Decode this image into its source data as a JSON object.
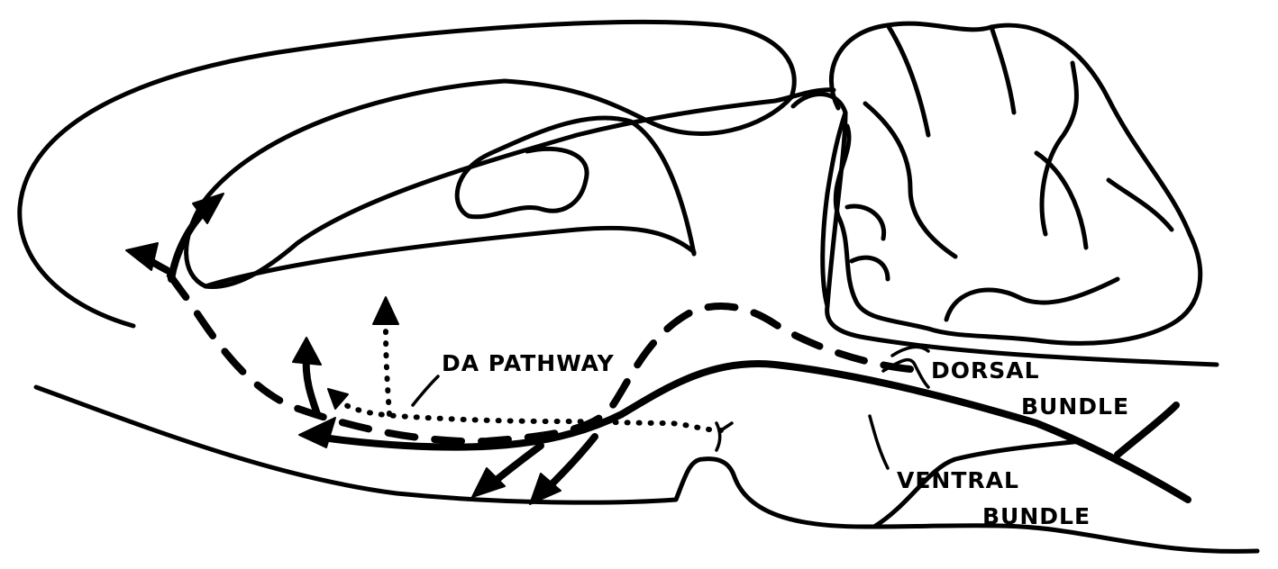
{
  "labels": {
    "da_pathway": "DA PATHWAY",
    "dorsal": "DORSAL",
    "dorsal_bundle": "BUNDLE",
    "ventral": "VENTRAL",
    "ventral_bundle": "BUNDLE"
  },
  "colors": {
    "ink": "#000000",
    "background": "#ffffff"
  }
}
